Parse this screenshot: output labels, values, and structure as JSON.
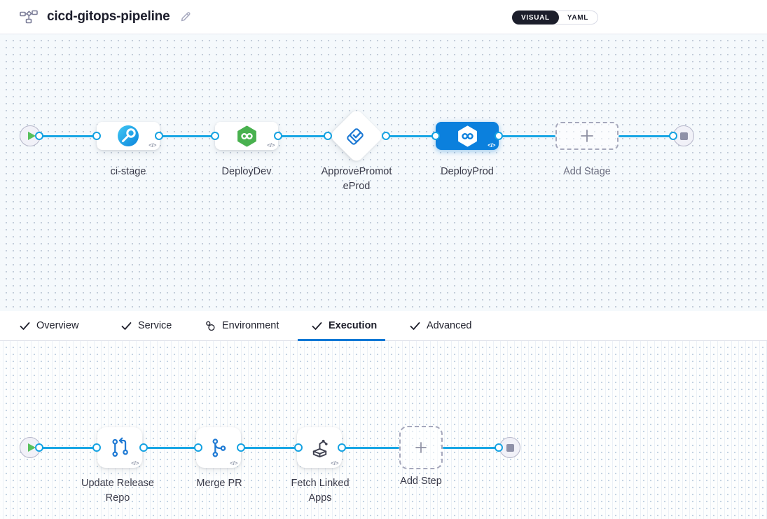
{
  "header": {
    "title": "cicd-gitops-pipeline",
    "view_toggle": {
      "visual": "VISUAL",
      "yaml": "YAML",
      "selected": "VISUAL"
    }
  },
  "colors": {
    "accent_blue": "#0278d5",
    "selected_stage_bg": "#0b80dd",
    "flow_line": "#18a6e4",
    "success_green": "#57c05c",
    "cd_green": "#49b14f",
    "toggle_dark": "#1c1e2b",
    "canvas_upper_bg": "#f5f9fc",
    "canvas_lower_bg": "#fdfefe"
  },
  "stage_pipeline": {
    "start_node": "play",
    "end_node": "stop",
    "code_chip": "</>",
    "stages": [
      {
        "name": "ci-stage",
        "icon": "ci-build-icon",
        "shape": "rect",
        "selected": false,
        "label_lines": [
          "ci-stage"
        ]
      },
      {
        "name": "DeployDev",
        "icon": "cd-hexagon-icon",
        "shape": "rect",
        "selected": false,
        "label_lines": [
          "DeployDev"
        ]
      },
      {
        "name": "ApprovePromoteProd",
        "icon": "approval-icon",
        "shape": "diamond",
        "selected": false,
        "label_lines": [
          "ApprovePromot",
          "eProd"
        ]
      },
      {
        "name": "DeployProd",
        "icon": "cd-hexagon-icon",
        "shape": "rect",
        "selected": true,
        "label_lines": [
          "DeployProd"
        ]
      }
    ],
    "add_stage": {
      "label": "Add Stage"
    }
  },
  "tabs": [
    {
      "label": "Overview",
      "icon": "check-icon",
      "active": false
    },
    {
      "label": "Service",
      "icon": "check-icon",
      "active": false
    },
    {
      "label": "Environment",
      "icon": "environment-icon",
      "active": false
    },
    {
      "label": "Execution",
      "icon": "check-icon",
      "active": true
    },
    {
      "label": "Advanced",
      "icon": "check-icon",
      "active": false
    }
  ],
  "step_pipeline": {
    "start_node": "play",
    "end_node": "stop",
    "code_chip": "</>",
    "steps": [
      {
        "name": "Update Release Repo",
        "icon": "update-release-repo-icon",
        "label_lines": [
          "Update Release",
          "Repo"
        ]
      },
      {
        "name": "Merge PR",
        "icon": "merge-pr-icon",
        "label_lines": [
          "Merge PR"
        ]
      },
      {
        "name": "Fetch Linked Apps",
        "icon": "fetch-linked-apps-icon",
        "label_lines": [
          "Fetch Linked",
          "Apps"
        ]
      }
    ],
    "add_step": {
      "label": "Add Step"
    }
  }
}
